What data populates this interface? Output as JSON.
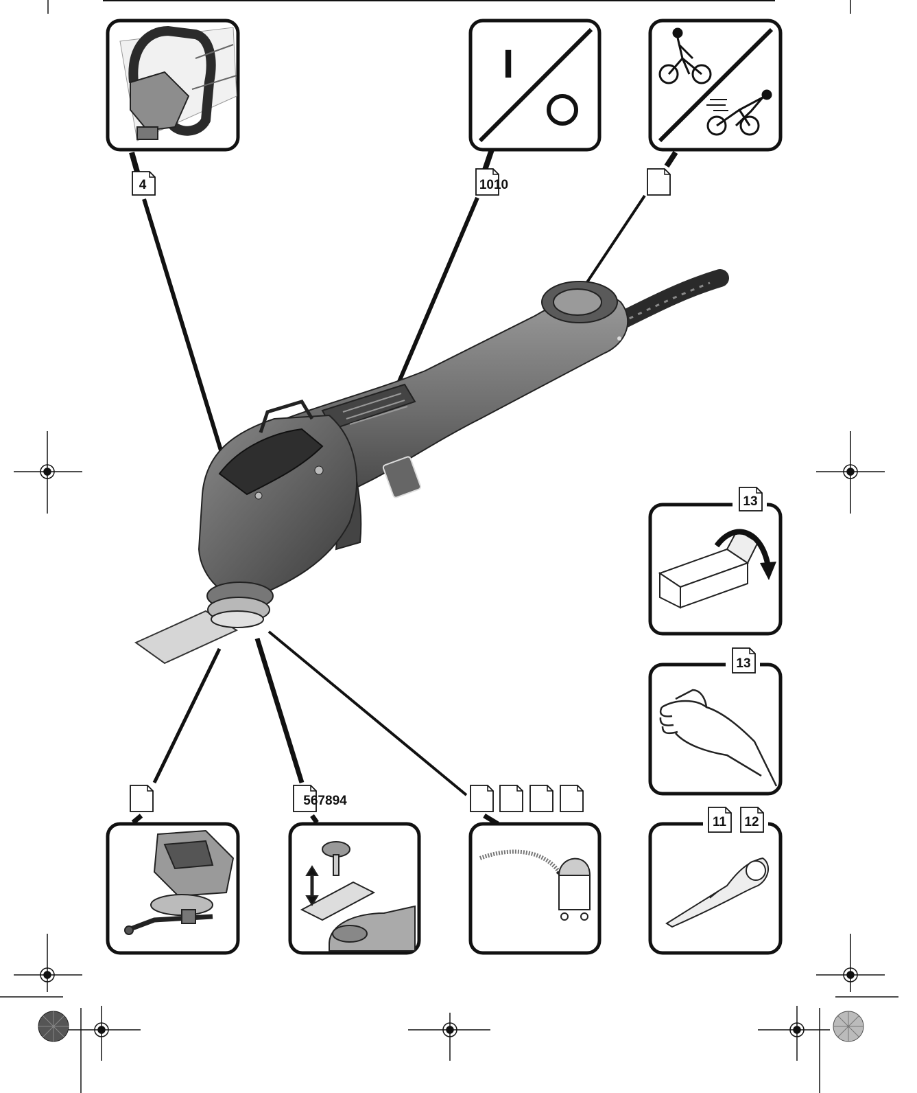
{
  "page_refs": {
    "handle": "4",
    "switch": "1010",
    "speed": "",
    "depth_stop": "",
    "tool_change": "567894",
    "extraction": [
      "",
      "",
      "",
      ""
    ],
    "packaging": "13",
    "gloves": "13",
    "blade_a": "11",
    "blade_b": "12"
  },
  "symbols": {
    "switch_on": "I",
    "switch_off": "O"
  },
  "colors": {
    "ink": "#111111",
    "tool_body": "#6f6f6f",
    "tool_dark": "#3a3a3a",
    "blade": "#d6d6d6",
    "panel_bg": "#ffffff"
  }
}
